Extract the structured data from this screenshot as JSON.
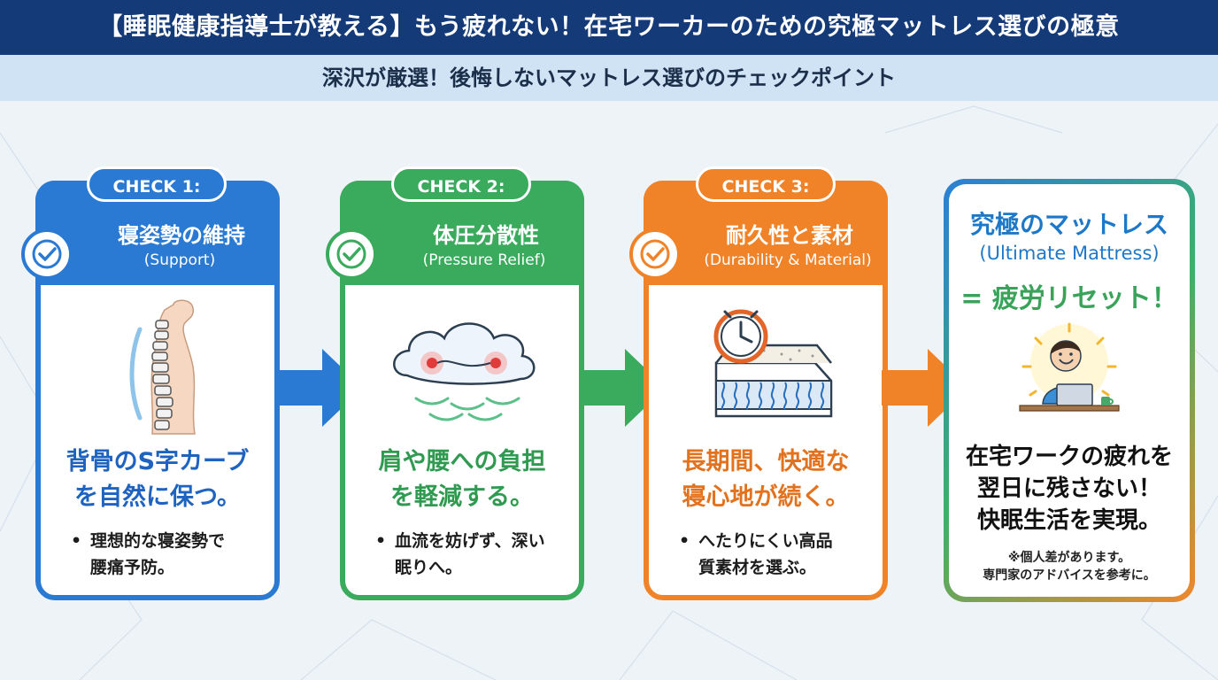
{
  "header": {
    "title": "【睡眠健康指導士が教える】もう疲れない！在宅ワーカーのための究極マットレス選びの極意",
    "subtitle": "深沢が厳選！後悔しないマットレス選びのチェックポイント"
  },
  "colors": {
    "blue": "#2a7ad4",
    "green": "#3aaa5c",
    "orange": "#f08228",
    "navy": "#143a78"
  },
  "cards": [
    {
      "tab": "CHECK 1:",
      "title": "寝姿勢の維持",
      "title_en": "(Support)",
      "icon": "spine-icon",
      "main_line1": "背骨のS字カーブ",
      "main_line2": "を自然に保つ。",
      "bullet_line1": "理想的な寝姿勢で",
      "bullet_line2": "腰痛予防。"
    },
    {
      "tab": "CHECK 2:",
      "title": "体圧分散性",
      "title_en": "(Pressure Relief)",
      "icon": "cloud-pressure-icon",
      "main_line1": "肩や腰への負担",
      "main_line2": "を軽減する。",
      "bullet_line1": "血流を妨げず、深い",
      "bullet_line2": "眠りへ。"
    },
    {
      "tab": "CHECK 3:",
      "title": "耐久性と素材",
      "title_en": "(Durability & Material)",
      "icon": "mattress-clock-icon",
      "main_line1": "長期間、快適な",
      "main_line2": "寝心地が続く。",
      "bullet_line1": "へたりにくい高品",
      "bullet_line2": "質素材を選ぶ。"
    }
  ],
  "final": {
    "title": "究極のマットレス",
    "title_en": "(Ultimate Mattress)",
    "reset": "= 疲労リセット！",
    "icon": "happy-worker-icon",
    "main_line1": "在宅ワークの疲れを",
    "main_line2": "翌日に残さない！",
    "main_line3": "快眠生活を実現。",
    "note_line1": "※個人差があります。",
    "note_line2": "専門家のアドバイスを参考に。"
  },
  "bullet_symbol": "•"
}
